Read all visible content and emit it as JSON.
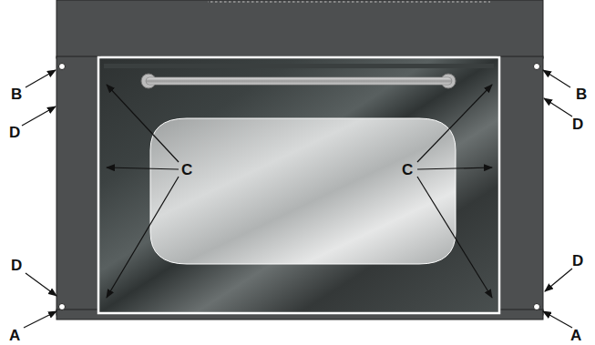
{
  "diagram": {
    "labels": [
      "B",
      "B",
      "D",
      "D",
      "C",
      "C",
      "D",
      "D",
      "A",
      "A"
    ]
  }
}
